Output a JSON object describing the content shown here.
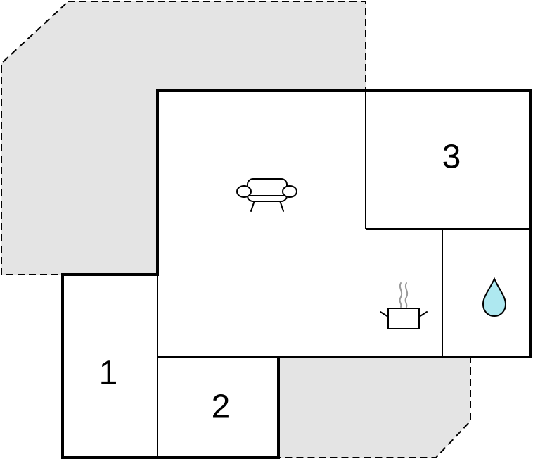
{
  "floor_plan": {
    "rooms": [
      {
        "label": "1"
      },
      {
        "label": "2"
      },
      {
        "label": "3"
      }
    ],
    "icons": [
      "sofa-icon",
      "cooking-pot-icon",
      "water-drop-icon"
    ],
    "colors": {
      "terrace_fill": "#e4e4e4",
      "wall": "#000000",
      "water_drop": "#aee8f0"
    }
  }
}
